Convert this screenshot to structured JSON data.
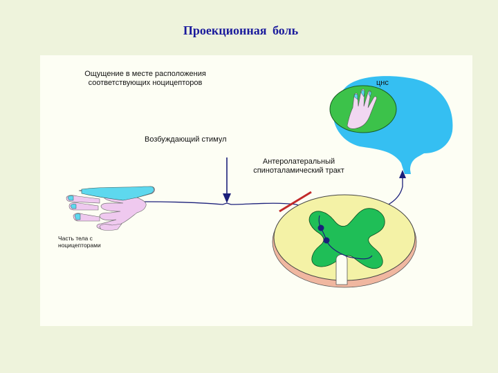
{
  "slide": {
    "title": "Проекционная  боль"
  },
  "diagram": {
    "labels": {
      "sensation_line1": "Ощущение в месте расположения",
      "sensation_line2": "соответствующих ноцицепторов",
      "cns": "цнс",
      "stimulus": "Возбуждающий стимул",
      "tract_line1": "Антеролатеральный",
      "tract_line2": "спиноталамический тракт",
      "body_part_line1": "Часть тела с",
      "body_part_line2": "ноцицепторами"
    },
    "colors": {
      "brain": "#35bff2",
      "hand_projection": "#3cc24a",
      "hand": "#efc9ef",
      "fingers_cyan": "#5ed8ee",
      "cord_yellow": "#f4f2a6",
      "cord_gray": "#1fbe57",
      "cord_outer": "#f0b7a0",
      "lesion": "#c22a2a",
      "nerve": "#1b1f7a"
    }
  }
}
